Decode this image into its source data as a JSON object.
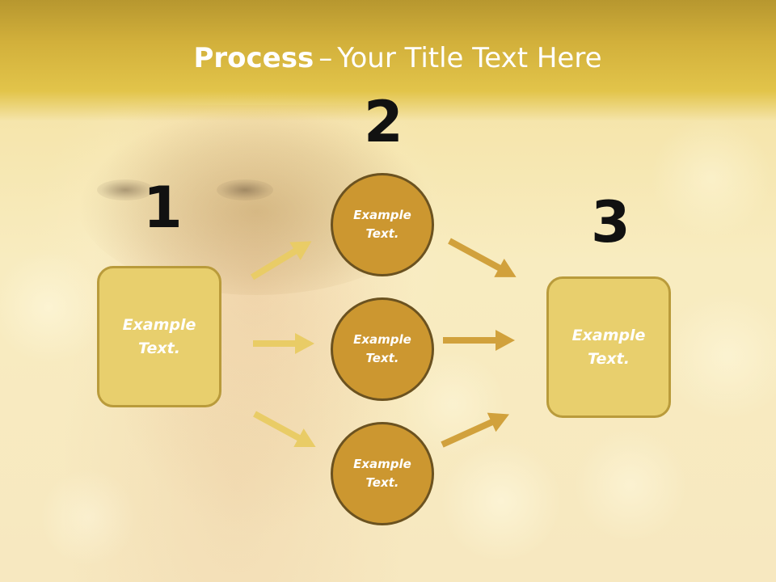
{
  "title": {
    "bold": "Process",
    "separator": "–",
    "rest": "Your Title Text Here"
  },
  "steps": {
    "one": "1",
    "two": "2",
    "three": "3"
  },
  "left_box": {
    "line1": "Example",
    "line2": "Text."
  },
  "circles": [
    {
      "line1": "Example",
      "line2": "Text."
    },
    {
      "line1": "Example",
      "line2": "Text."
    },
    {
      "line1": "Example",
      "line2": "Text."
    }
  ],
  "right_box": {
    "line1": "Example",
    "line2": "Text."
  },
  "colors": {
    "box_fill": "#e8cf6d",
    "circle_fill": "#cc9730",
    "left_arrow": "#e9cc66",
    "right_arrow": "#d1a13c",
    "header": "#d2b03b"
  }
}
